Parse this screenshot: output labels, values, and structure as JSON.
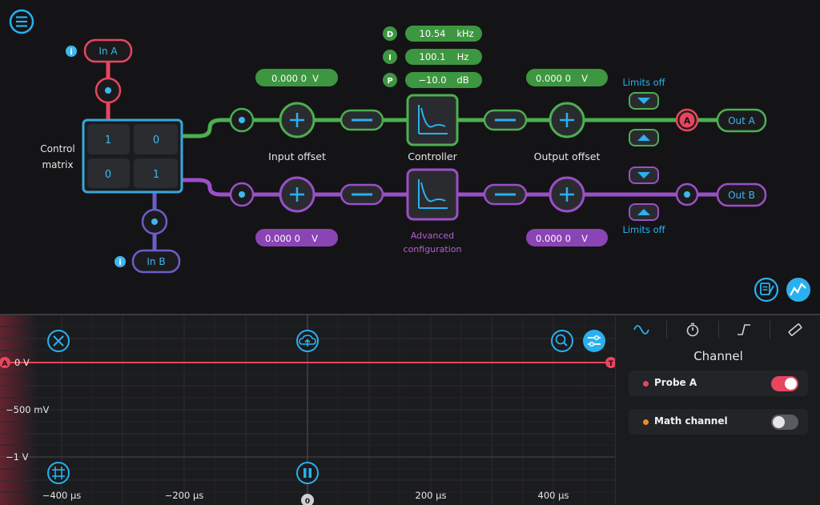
{
  "colors": {
    "background": "#141416",
    "green": "#4caf50",
    "purple": "#9b4fc7",
    "blue": "#3aa6dc",
    "red": "#e8455f",
    "accent": "#2ab0f0"
  },
  "inputs": {
    "in_a": "In A",
    "in_b": "In B"
  },
  "outputs": {
    "out_a": "Out A",
    "out_b": "Out B",
    "probe_marker": "A"
  },
  "control_matrix": {
    "label_line1": "Control",
    "label_line2": "matrix",
    "cells": [
      "1",
      "0",
      "0",
      "1"
    ]
  },
  "pid": {
    "d_label": "D",
    "d_value": "10.54",
    "d_unit": "kHz",
    "i_label": "I",
    "i_value": "100.1",
    "i_unit": "Hz",
    "p_label": "P",
    "p_value": "−10.0",
    "p_unit": "dB"
  },
  "channel_a": {
    "input_offset_value": "0.000 0",
    "input_offset_unit": "V",
    "output_offset_value": "0.000 0",
    "output_offset_unit": "V",
    "limits": "Limits off"
  },
  "channel_b": {
    "input_offset_value": "0.000 0",
    "input_offset_unit": "V",
    "output_offset_value": "0.000 0",
    "output_offset_unit": "V",
    "limits": "Limits off"
  },
  "labels": {
    "input_offset": "Input offset",
    "controller": "Controller",
    "output_offset": "Output offset",
    "advanced_line1": "Advanced",
    "advanced_line2": "configuration"
  },
  "scope": {
    "y_ticks": [
      "0 V",
      "−500 mV",
      "−1 V"
    ],
    "x_ticks": [
      "−400 µs",
      "−200 µs",
      "200 µs",
      "400 µs"
    ],
    "probe_marker": "A",
    "trigger_marker": "T",
    "time_origin_marker": "0"
  },
  "side_panel": {
    "title": "Channel",
    "tabs": [
      "sine-wave-icon",
      "stopwatch-icon",
      "step-icon",
      "ruler-icon"
    ],
    "channels": [
      {
        "label": "Probe A",
        "dot_color": "#e8455f",
        "enabled": true
      },
      {
        "label": "Math channel",
        "dot_color": "#f08a24",
        "enabled": false
      }
    ]
  }
}
